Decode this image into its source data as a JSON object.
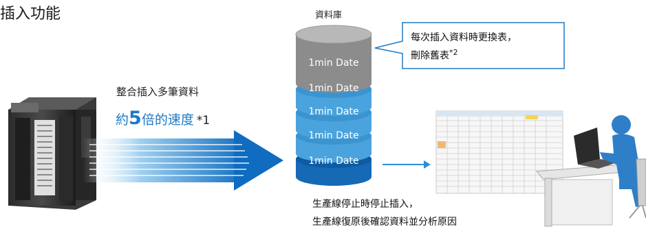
{
  "title": "插入功能",
  "database": {
    "label": "資料庫",
    "disks": [
      "1min Date",
      "1min Date",
      "1min Date",
      "1min Date",
      "1min Date"
    ]
  },
  "callout": {
    "line1": "每次插入資料時更換表，",
    "line2": "刪除舊表",
    "note": "*2"
  },
  "feature": {
    "line1": "整合插入多筆資料",
    "prefix": "約",
    "number": "5",
    "suffix": "倍的速度",
    "note": "*1"
  },
  "bottom": {
    "line1": "生產線停止時停止插入，",
    "line2": "生產線復原後確認資料並分析原因"
  },
  "colors": {
    "accent_blue": "#1f79c6",
    "disk_gray": "#8c8c8c",
    "disk_blue_light": "#4aa3dc",
    "disk_blue_dark": "#1569b5",
    "person": "#2e7fc8"
  }
}
